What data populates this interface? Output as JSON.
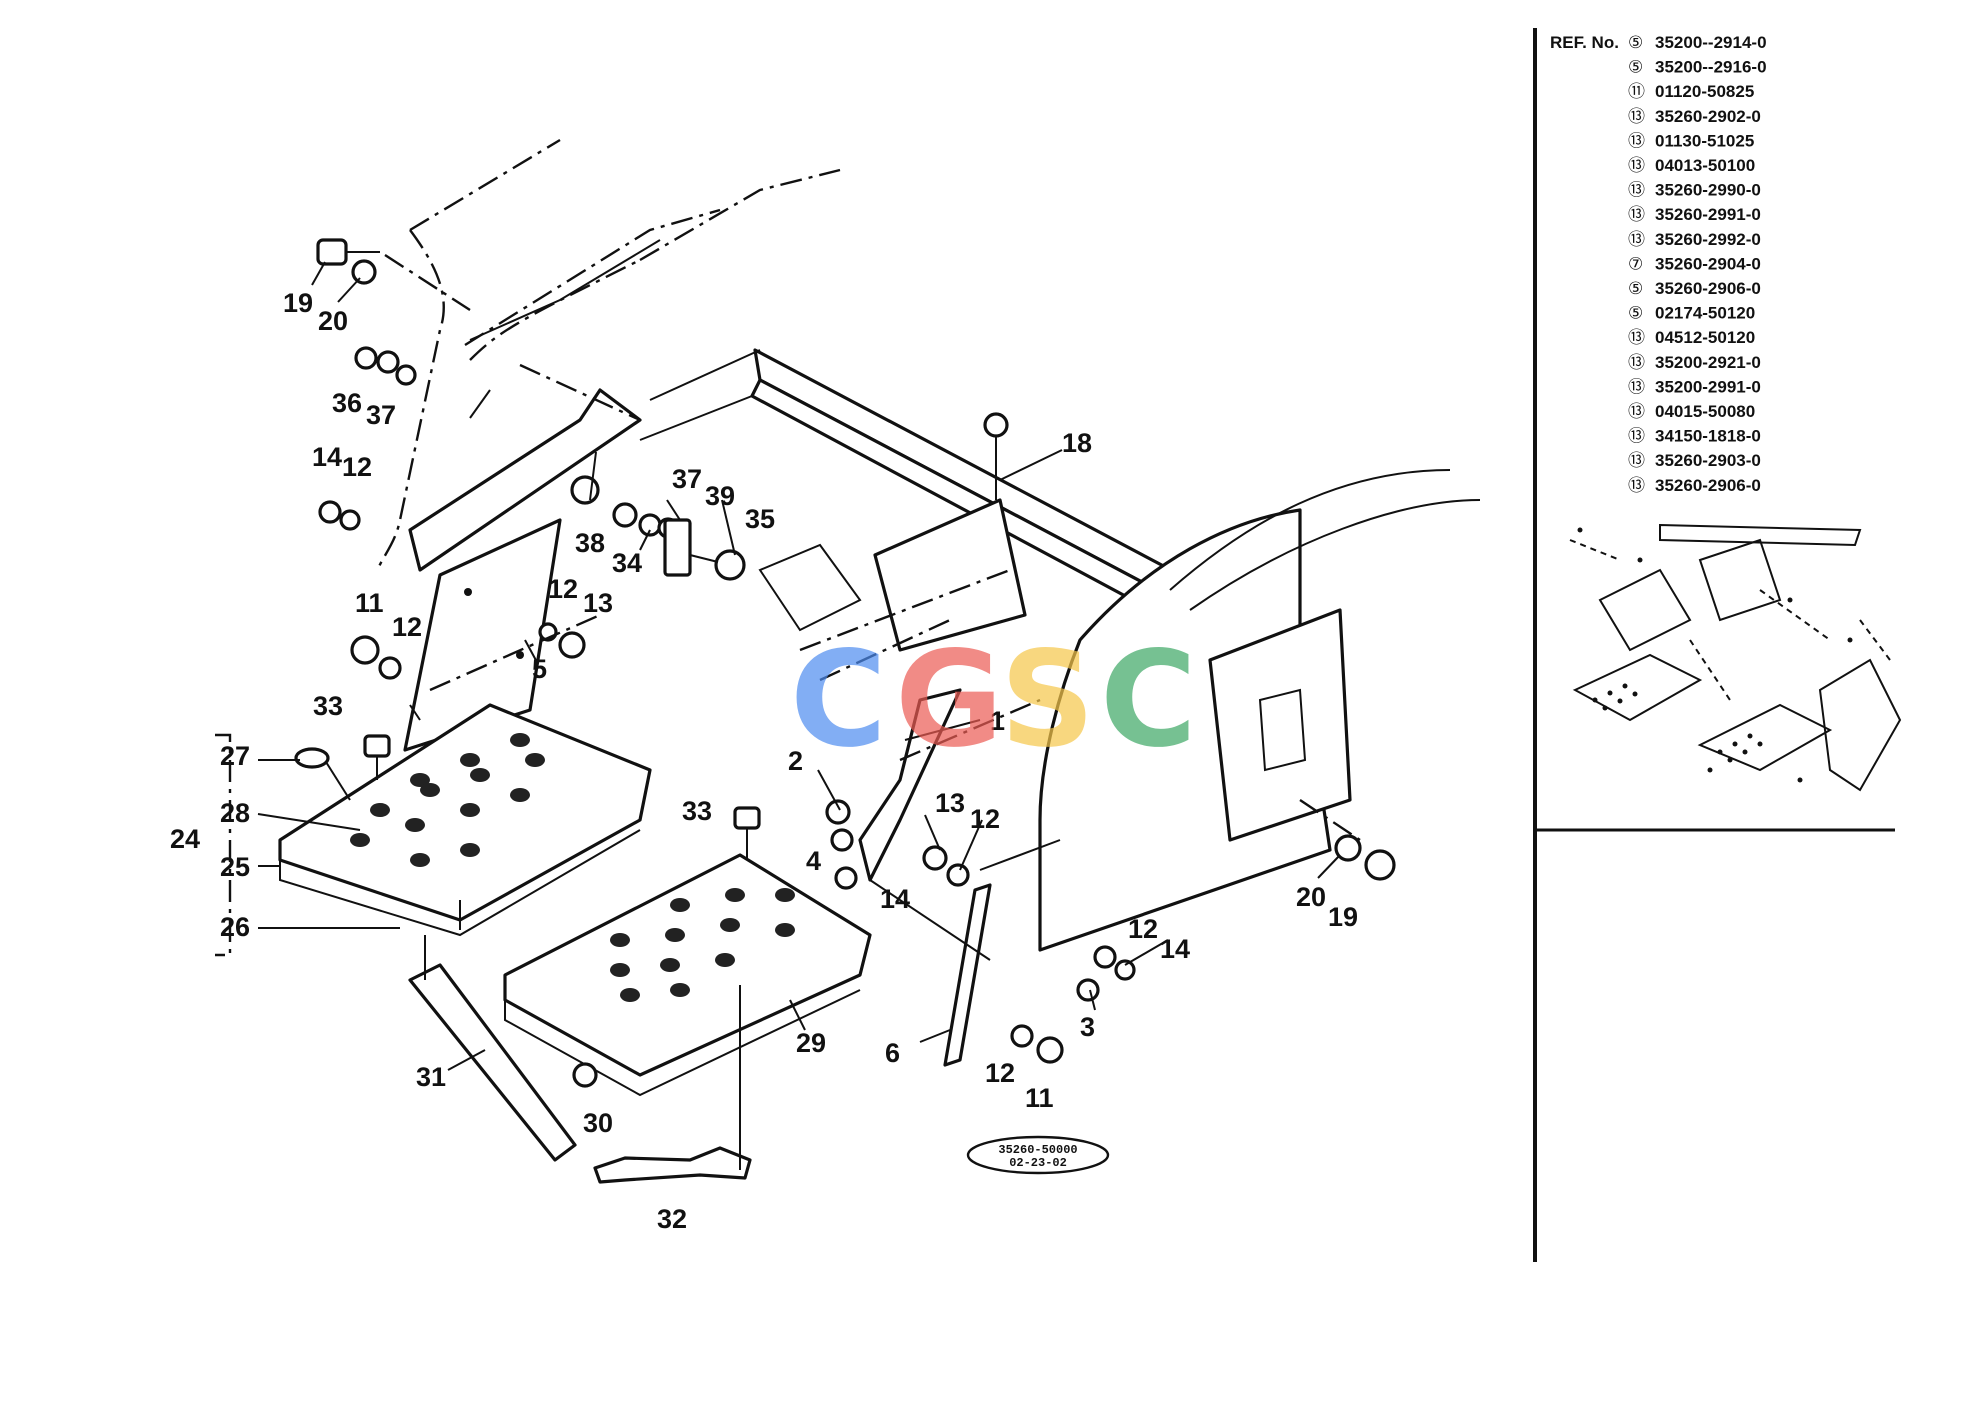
{
  "callouts": [
    "19",
    "20",
    "36",
    "37",
    "14",
    "12",
    "38",
    "34",
    "37",
    "39",
    "35",
    "18",
    "11",
    "12",
    "12",
    "13",
    "5",
    "33",
    "27",
    "28",
    "24",
    "25",
    "26",
    "31",
    "30",
    "32",
    "33",
    "29",
    "2",
    "4",
    "14",
    "13",
    "12",
    "1",
    "6",
    "12",
    "11",
    "3",
    "12",
    "14",
    "20",
    "19"
  ],
  "ref_table": {
    "header": "REF. No.",
    "symbols": [
      "⑤",
      "⑤",
      "⑪",
      "⑬",
      "⑬",
      "⑬",
      "⑬",
      "⑬",
      "⑬",
      "⑦",
      "⑤",
      "⑤",
      "⑬",
      "⑬",
      "⑬",
      "⑬",
      "⑬",
      "⑬",
      "⑬"
    ],
    "part_numbers": [
      "35200--2914-0",
      "35200--2916-0",
      "01120-50825",
      "35260-2902-0",
      "01130-51025",
      "04013-50100",
      "35260-2990-0",
      "35260-2991-0",
      "35260-2992-0",
      "35260-2904-0",
      "35260-2906-0",
      "02174-50120",
      "04512-50120",
      "35200-2921-0",
      "35200-2991-0",
      "04015-50080",
      "34150-1818-0",
      "35260-2903-0",
      "35260-2906-0"
    ]
  },
  "stamp": {
    "line1": "35260-50000",
    "line2": "02-23-02"
  },
  "watermark": {
    "letters": [
      "C",
      "G",
      "S",
      "C"
    ],
    "colors": [
      "#4e8cf0",
      "#ec5b53",
      "#f6c74a",
      "#3da865"
    ]
  }
}
